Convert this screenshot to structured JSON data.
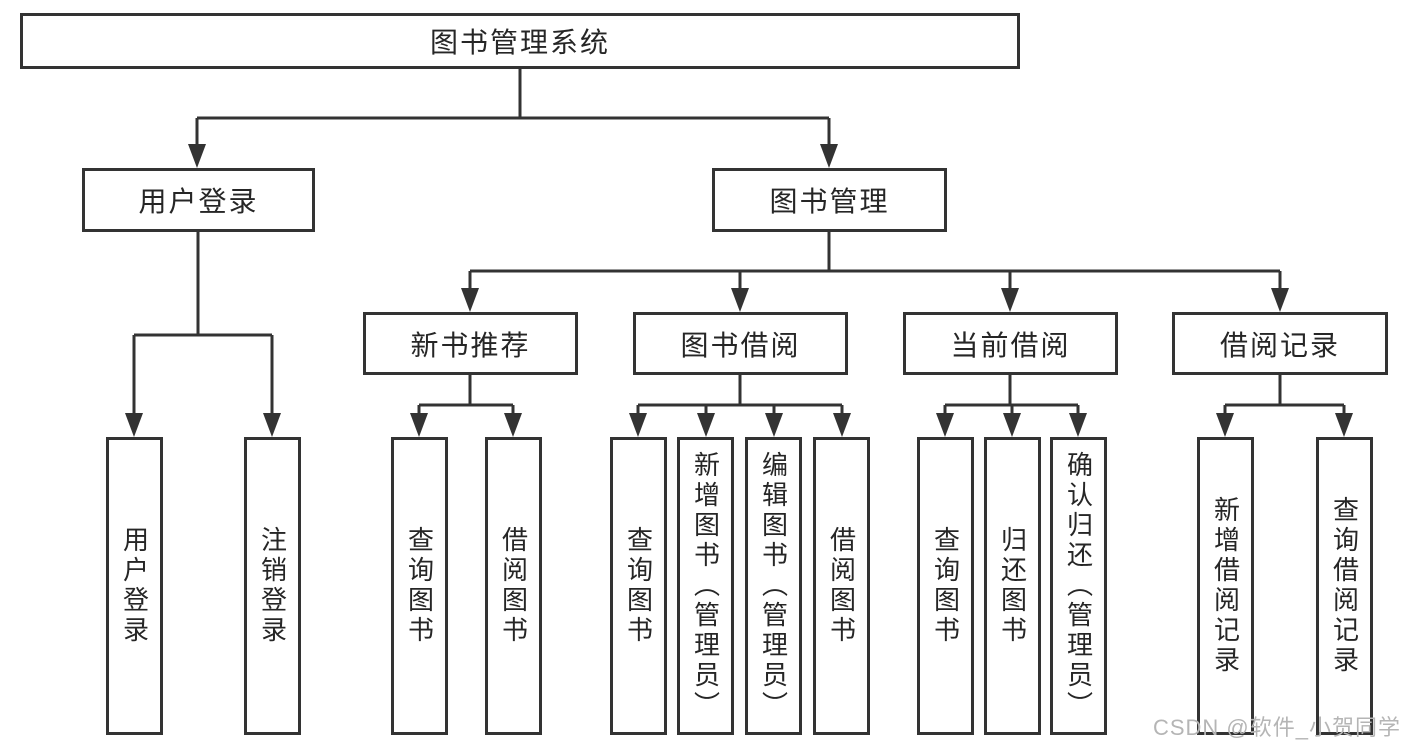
{
  "diagram": {
    "root": {
      "label": "图书管理系统"
    },
    "branches": [
      {
        "label": "用户登录",
        "leaves": [
          "用户登录",
          "注销登录"
        ]
      },
      {
        "label": "图书管理",
        "children": [
          {
            "label": "新书推荐",
            "leaves": [
              "查询图书",
              "借阅图书"
            ]
          },
          {
            "label": "图书借阅",
            "leaves": [
              "查询图书",
              "新增图书（管理员）",
              "编辑图书（管理员）",
              "借阅图书"
            ]
          },
          {
            "label": "当前借阅",
            "leaves": [
              "查询图书",
              "归还图书",
              "确认归还（管理员）"
            ]
          },
          {
            "label": "借阅记录",
            "leaves": [
              "新增借阅记录",
              "查询借阅记录"
            ]
          }
        ]
      }
    ]
  },
  "watermark": {
    "text": "CSDN @软件_小贺同学"
  },
  "colors": {
    "line": "#333333",
    "text": "#262626",
    "watermark": "#b5b5b5",
    "background": "#ffffff"
  }
}
